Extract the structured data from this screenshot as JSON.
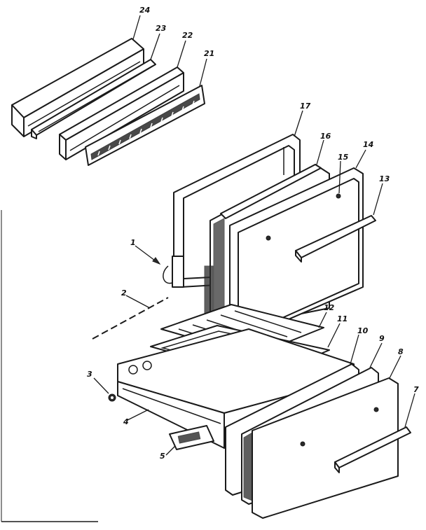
{
  "callouts": [
    {
      "id": "c1",
      "text": "1"
    },
    {
      "id": "c2",
      "text": "2"
    },
    {
      "id": "c3",
      "text": "3"
    },
    {
      "id": "c4",
      "text": "4"
    },
    {
      "id": "c5",
      "text": "5"
    },
    {
      "id": "c7",
      "text": "7"
    },
    {
      "id": "c8",
      "text": "8"
    },
    {
      "id": "c9",
      "text": "9"
    },
    {
      "id": "c10",
      "text": "10"
    },
    {
      "id": "c11",
      "text": "11"
    },
    {
      "id": "c12",
      "text": "12"
    },
    {
      "id": "c13",
      "text": "13"
    },
    {
      "id": "c14",
      "text": "14"
    },
    {
      "id": "c15",
      "text": "15"
    },
    {
      "id": "c16",
      "text": "16"
    },
    {
      "id": "c17",
      "text": "17"
    },
    {
      "id": "c21",
      "text": "21"
    },
    {
      "id": "c22",
      "text": "22"
    },
    {
      "id": "c23",
      "text": "23"
    },
    {
      "id": "c24",
      "text": "24"
    }
  ],
  "colors": {
    "line": "#1a1a1a",
    "background": "#ffffff"
  }
}
